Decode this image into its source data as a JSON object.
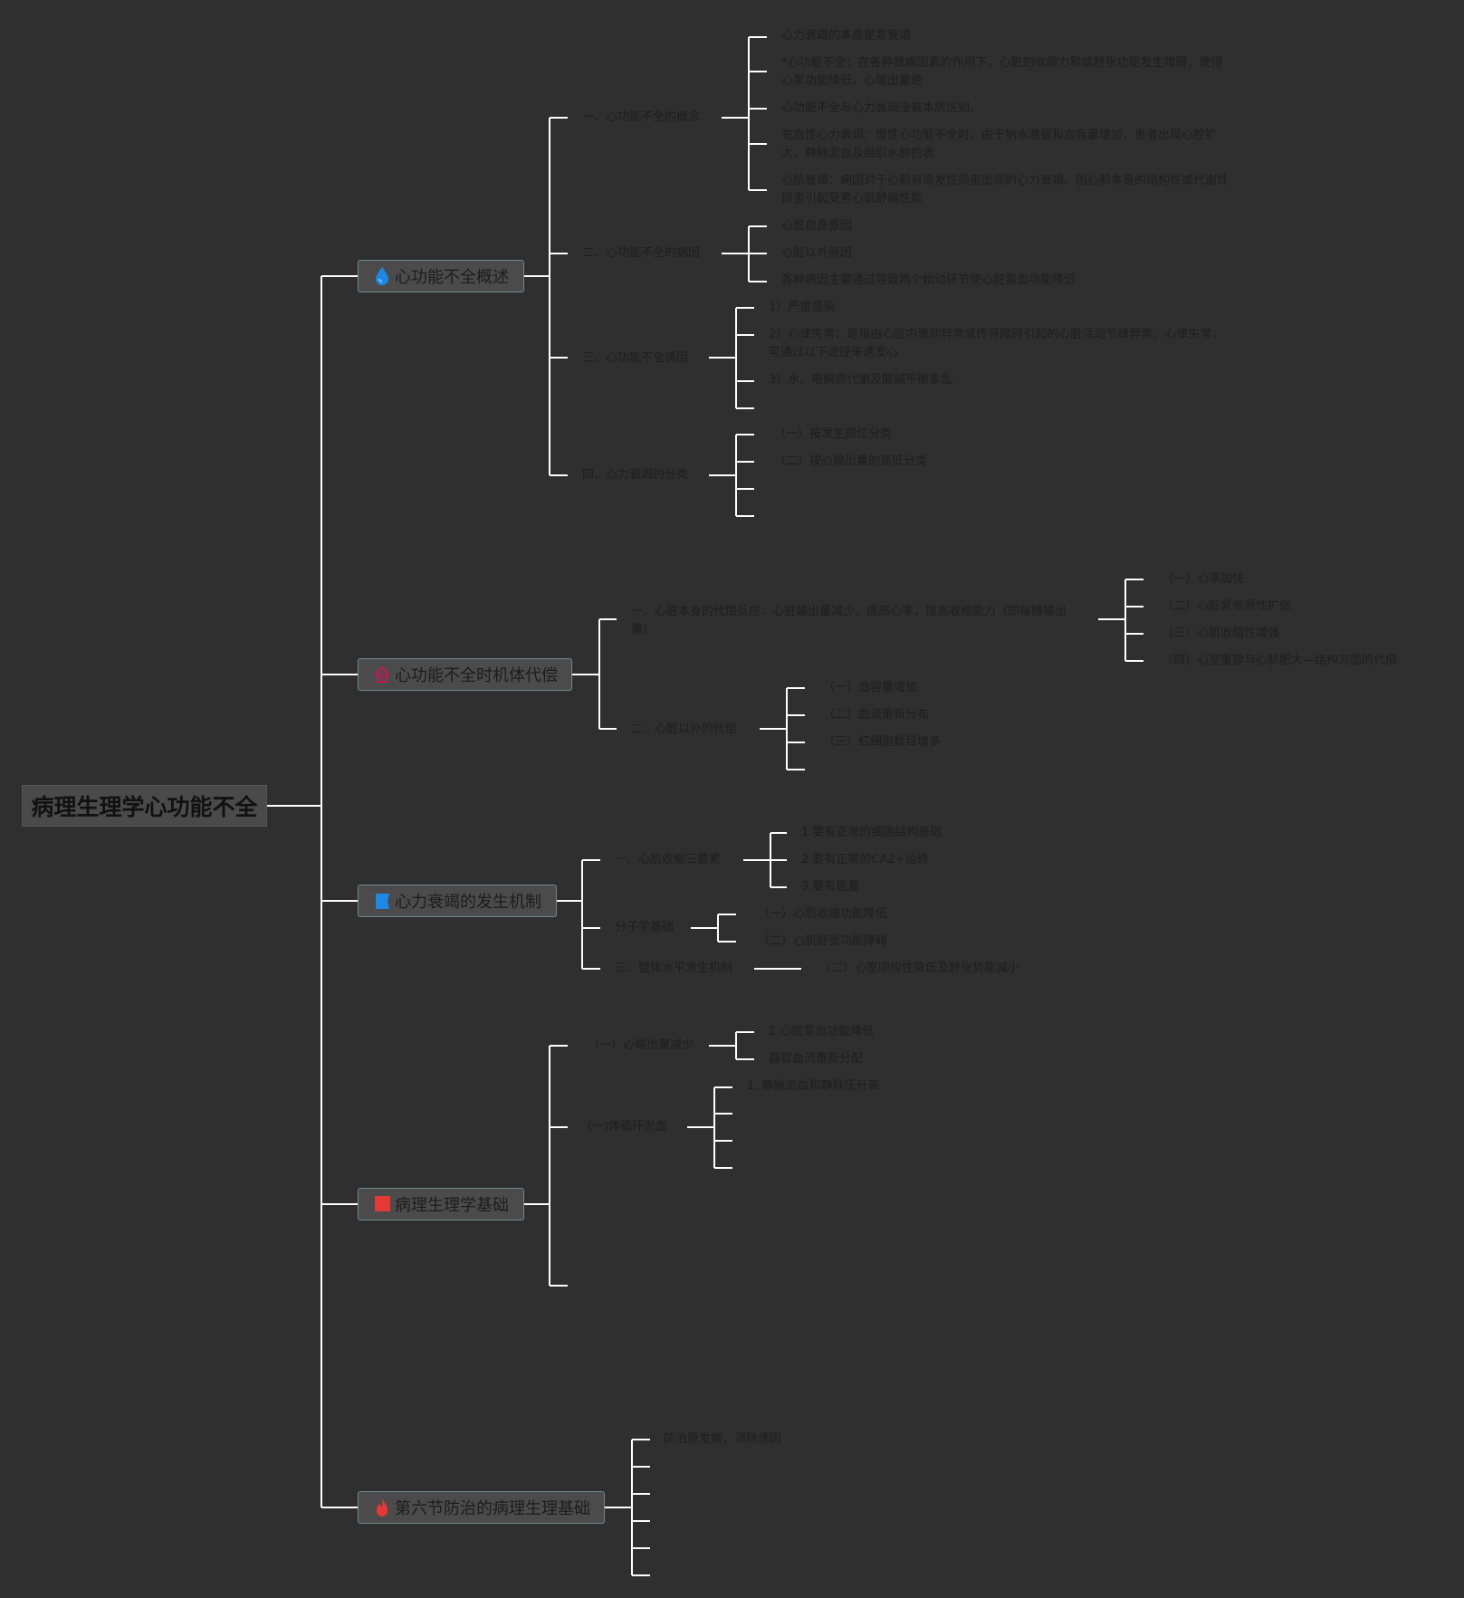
{
  "root": {
    "title": "病理生理学心功能不全"
  },
  "branches": [
    {
      "label": "心功能不全概述",
      "icon": "water-drop-icon",
      "color": "#1e88e5",
      "subs": [
        {
          "label": "一、心功能不全的概念",
          "items": [
            "心力衰竭的本质是泵衰竭",
            "*心功能不全：在各种致病因素的作用下，心脏的收缩力和或舒张功能发生障碍，使得心泵功能降低，心输出量绝",
            "心功能不全与心力衰竭没有本质区别。",
            "充血性心力衰竭：慢性心功能不全时，由于钠水潴留和血容量增加，患者出现心腔扩大、静脉淤血及组织水肿的表",
            "心肌衰竭：病因对于心肌有原发性损害出现的心力衰竭。因心肌本身的结构性或代谢性损害引起受累心肌舒缩性能"
          ]
        },
        {
          "label": "二、心功能不全的病因",
          "items": [
            "心脏自身原因",
            "心脏以外原因",
            "各种病因主要通过导致两个始动环节使心脏泵血功能降低"
          ]
        },
        {
          "label": "三、心功能不全诱因",
          "items": [
            "1）严重感染",
            "2）心律失常：是指由心脏内激动异常或传导障碍引起的心脏活动节律异常。心律失常，可通过以下途径来诱发心",
            "3）水、电解质代谢及酸碱平衡紊乱",
            ""
          ]
        },
        {
          "label": "四、心力衰竭的分类",
          "items": [
            "（一）按发生部位分类",
            "（二）按心输出量的高低分类",
            "",
            ""
          ]
        }
      ]
    },
    {
      "label": "心功能不全时机体代偿",
      "icon": "house-icon",
      "color": "#c2185b",
      "subs": [
        {
          "label": "一、心脏本身的代偿反应：心脏输出量减少，提高心率，提高收缩能力（即每搏输出量）",
          "items": [
            "（一）心率加快",
            "（二）心脏紧张源性扩张",
            "（三）心肌收缩性增强",
            "（四）心室重塑与心肌肥大—结构方面的代偿"
          ]
        },
        {
          "label": "二、心脏以外的代偿",
          "items": [
            "（一）血容量增加",
            "（二）血流重新分布",
            "（三）红细胞数目增多",
            ""
          ]
        }
      ]
    },
    {
      "label": "心力衰竭的发生机制",
      "icon": "blue-flag-icon",
      "color": "#1e88e5",
      "subs": [
        {
          "label": "一、心肌收缩三要素",
          "items": [
            "1.要有正常的细胞结构基础",
            "2.要有正常的CA2+运转",
            "3.要有能量"
          ]
        },
        {
          "label": "分子学基础",
          "items": [
            "（一）心肌收缩功能降低",
            "（二）心肌舒张功能障碍"
          ]
        },
        {
          "label": "三、整体水平发生机制",
          "items": [
            "（二）心室顺应性降低及舒张势能减小"
          ]
        }
      ]
    },
    {
      "label": "病理生理学基础",
      "icon": "red-flag-icon",
      "color": "#e53935",
      "subs": [
        {
          "label": "（一）心输出量减少",
          "items": [
            "1.心脏泵血功能降低",
            "器官血流重新分配"
          ]
        },
        {
          "label": "（一)体循环淤血",
          "items": [
            "1. 静脉淤血和静脉压升高",
            "",
            "",
            ""
          ]
        },
        {
          "label": "",
          "items": []
        }
      ]
    },
    {
      "label": "第六节防治的病理生理基础",
      "icon": "fire-icon",
      "color": "#e53935",
      "subs": [
        {
          "label": "防治原发病，消除诱因",
          "items": []
        },
        {
          "label": "",
          "items": []
        },
        {
          "label": "",
          "items": []
        },
        {
          "label": "",
          "items": []
        },
        {
          "label": "",
          "items": []
        },
        {
          "label": "",
          "items": []
        }
      ]
    }
  ]
}
